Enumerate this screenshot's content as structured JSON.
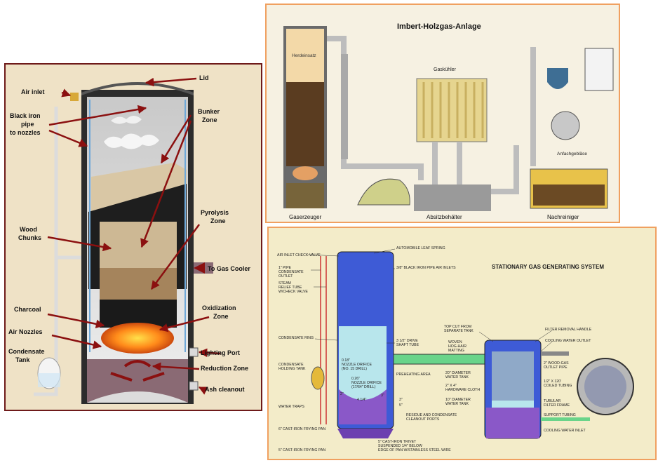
{
  "panel1": {
    "labels": {
      "lid": "Lid",
      "air_inlet": "Air inlet",
      "black_iron_1": "Black iron",
      "black_iron_2": "pipe",
      "black_iron_3": "to nozzles",
      "bunker_1": "Bunker",
      "bunker_2": "Zone",
      "wood_1": "Wood",
      "wood_2": "Chunks",
      "pyro_1": "Pyrolysis",
      "pyro_2": "Zone",
      "gas_cooler": "To Gas Cooler",
      "charcoal": "Charcoal",
      "oxid_1": "Oxidization",
      "oxid_2": "Zone",
      "air_nozzles": "Air Nozzles",
      "lighting_port": "Lighting Port",
      "cond_1": "Condensate",
      "cond_2": "Tank",
      "reduction": "Reduction Zone",
      "ash": "Ash cleanout"
    },
    "colors": {
      "arrow": "#8b1010",
      "frame": "#6e1a1a",
      "shell": "#3a3a3a"
    }
  },
  "panel2": {
    "title": "Imbert-Holzgas-Anlage",
    "labels": {
      "herdeinsatz": "Herdeinsatz",
      "gaskuehler": "Gaskühler",
      "anfachgeblaese": "Anfachgebläse",
      "gaserzeuger": "Gaserzeuger",
      "absitzbehaelter": "Absitzbehälter",
      "nachreiniger": "Nachreiniger"
    }
  },
  "panel3": {
    "title": "STATIONARY GAS GENERATING SYSTEM",
    "labels": {
      "air_inlet_check_valve": "AIR INLET CHECK VALVE",
      "pipe_1": "1\" PIPE",
      "pipe_2": "CONDENSATE",
      "pipe_3": "OUTLET",
      "steam_1": "STEAM",
      "steam_2": "RELIEF TUBE",
      "steam_3": "W/CHECK VALVE",
      "leaf_spring": "AUTOMOBILE LEAF SPRING",
      "air_inlets": "3/8\" BLACK IRON PIPE AIR INLETS",
      "condensate_ring": "CONDENSATE RING",
      "holding_1": "CONDENSATE",
      "holding_2": "HOLDING TANK",
      "water_traps": "WATER TRAPS",
      "drive_1": "3 1/2\" DRIVE",
      "drive_2": "SHAFT TUBE",
      "orifice1_1": "0.18\"",
      "orifice1_2": "NOZZLE ORIFICE",
      "orifice1_3": "(NO. 15 DRILL)",
      "orifice2_1": "0.26\"",
      "orifice2_2": "NOZZLE ORIFICE",
      "orifice2_3": "(17/64\" DRILL)",
      "preheating": "PREHEATING AREA",
      "top_cut_1": "TOP CUT FROM",
      "top_cut_2": "SEPARATE TANK",
      "woven_1": "WOVEN",
      "woven_2": "HOG-HAIR",
      "woven_3": "MATTING",
      "tank20_1": "20\" DIAMETER",
      "tank20_2": "WATER TANK",
      "hardware_1": "2\" X 4\"",
      "hardware_2": "HARDWARE CLOTH",
      "tank10_1": "10\" DIAMETER",
      "tank10_2": "WATER TANK",
      "filter_handle": "FILTER REMOVAL HANDLE",
      "cooling_outlet": "COOLING WATER OUTLET",
      "woodgas_1": "2\" WOOD-GAS",
      "woodgas_2": "OUTLET PIPE",
      "coiled_1": "1/2\" X 120'",
      "coiled_2": "COILED TUBING",
      "tubular_1": "TUBULAR",
      "tubular_2": "FILTER FRAME",
      "support_tubing": "SUPPORT TUBING",
      "cooling_inlet": "COOLING WATER INLET",
      "residue_1": "RESIDUE AND CONDENSATE",
      "residue_2": "CLEANOUT PORTS",
      "pan6": "6\" CAST-IRON FRYING PAN",
      "pan5": "5\" CAST-IRON FRYING PAN",
      "trivet_1": "5\" CAST-IRON TRIVET",
      "trivet_2": "SUSPENDED 1/4\" BELOW",
      "trivet_3": "EDGE OF PAN W/STAINLESS STEEL WIRE",
      "dim_2": "2\"",
      "dim_4": "4 1/4\"",
      "dim_3a": "3\"",
      "dim_3b": "3\"",
      "dim_5": "5\""
    }
  }
}
